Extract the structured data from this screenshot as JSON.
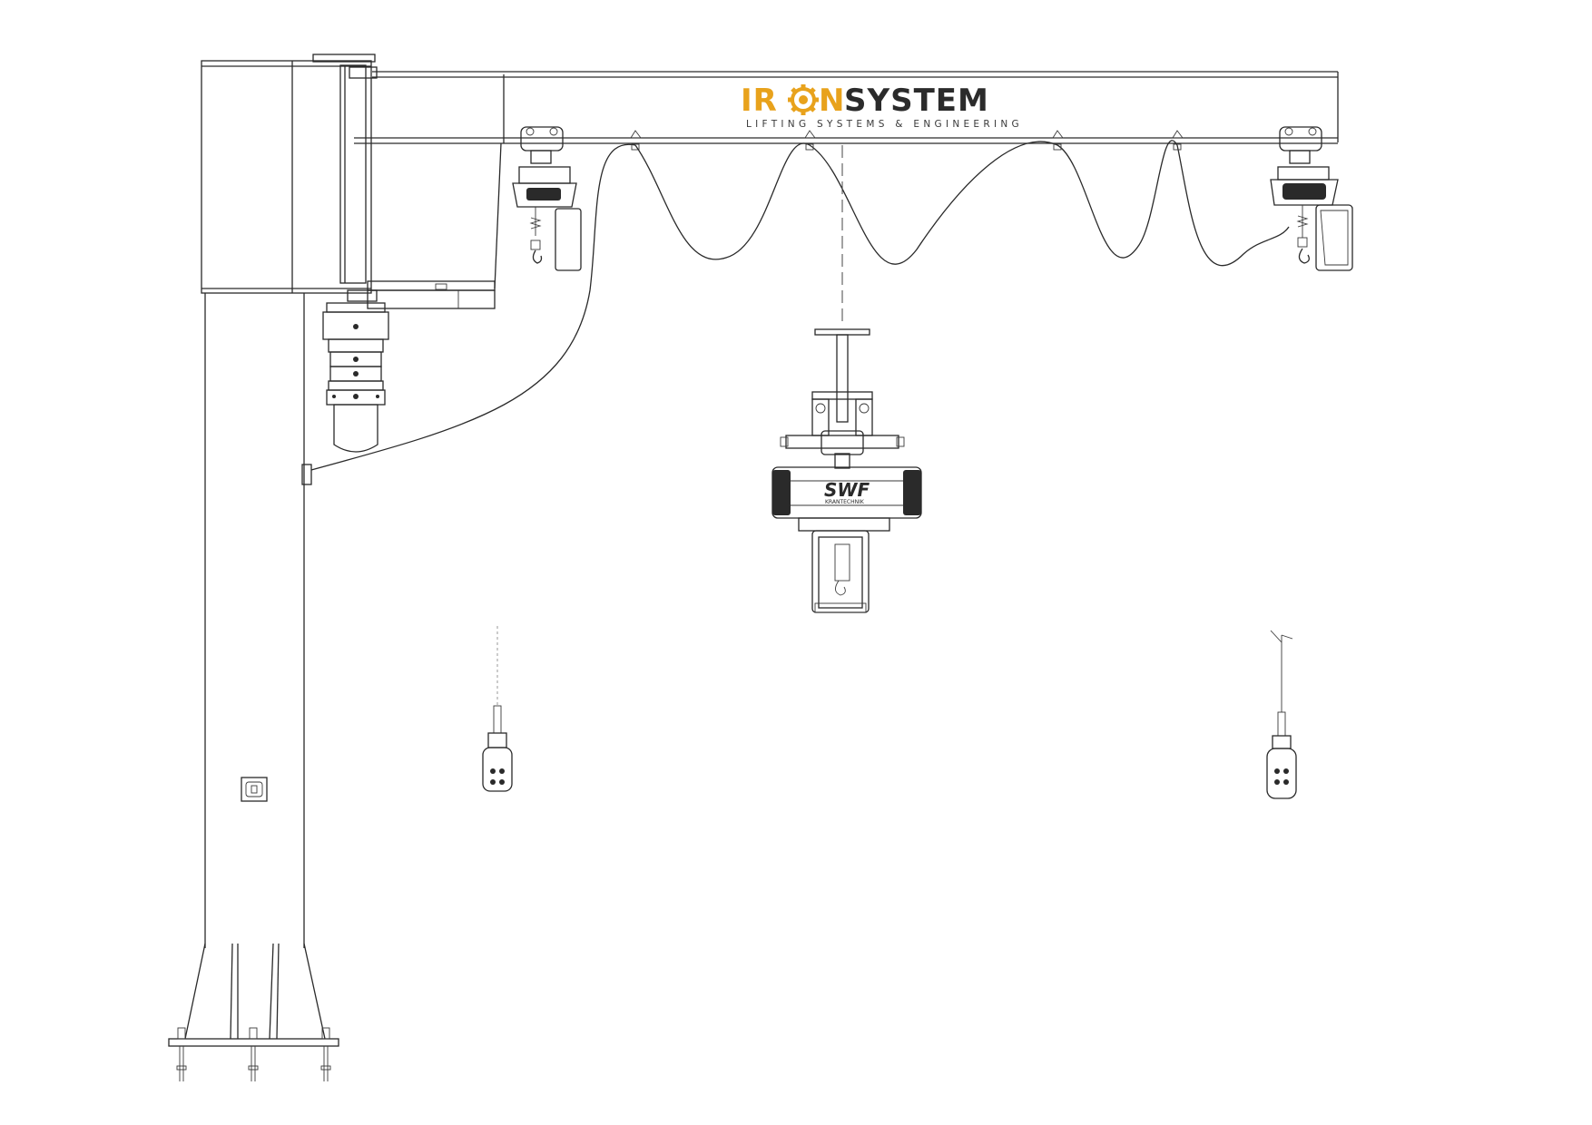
{
  "logo": {
    "text_accent_1": "IR",
    "text_accent_2": "N",
    "text_main": "SYSTEM",
    "tagline": "LIFTING SYSTEMS & ENGINEERING",
    "accent_color": "#e8a21c",
    "main_color": "#2b2b2b",
    "gear_icon": "gear-icon"
  },
  "hoist_label": {
    "brand": "SWF",
    "sub": "KRANTECHNIK"
  }
}
